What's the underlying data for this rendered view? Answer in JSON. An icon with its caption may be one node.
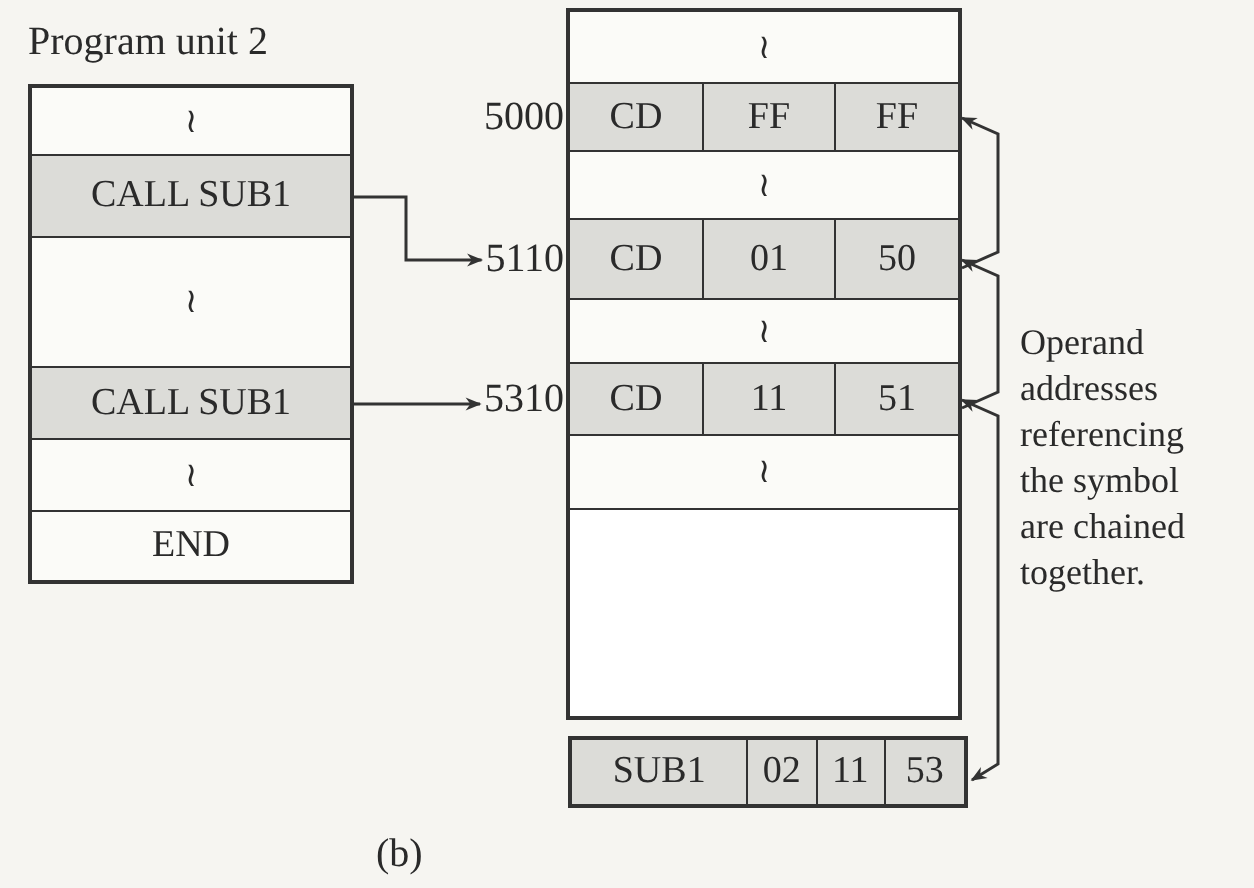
{
  "diagram": {
    "caption": "(b)",
    "nodes": [
      {
        "text": [
          "Program unit 2"
        ]
      },
      {
        "text": [
          "≀"
        ],
        "in": 0
      },
      {
        "text": [
          "CALL SUB1"
        ],
        "in": 0
      },
      {
        "text": [
          "≀"
        ],
        "in": 0
      },
      {
        "text": [
          "CALL SUB1"
        ],
        "in": 0
      },
      {
        "text": [
          "≀"
        ],
        "in": 0
      },
      {
        "text": [
          "END"
        ],
        "in": 0
      },
      {
        "text": [],
        "shape": "box"
      },
      {
        "text": [
          "≀"
        ],
        "in": 7
      },
      {
        "text": [
          "CD",
          "FF",
          "FF"
        ],
        "beside": [
          "5000"
        ],
        "in": 7
      },
      {
        "text": [
          "≀"
        ],
        "in": 7
      },
      {
        "text": [
          "CD",
          "01",
          "50"
        ],
        "beside": [
          "5110"
        ],
        "in": 7
      },
      {
        "text": [
          "≀"
        ],
        "in": 7
      },
      {
        "text": [
          "CD",
          "11",
          "51"
        ],
        "beside": [
          "5310"
        ],
        "in": 7
      },
      {
        "text": [
          "≀"
        ],
        "in": 7
      },
      {
        "text": [],
        "shape": "box",
        "in": 7
      },
      {
        "text": [
          "SUB1",
          "02",
          "11",
          "53"
        ]
      }
    ],
    "edges": [
      {
        "from": 2,
        "to": 11,
        "arrow": "to"
      },
      {
        "from": 4,
        "to": 13,
        "arrow": "to"
      },
      {
        "from": 16,
        "to": 13,
        "arrow": "both"
      },
      {
        "from": 13,
        "to": 11,
        "arrow": "to"
      },
      {
        "from": 11,
        "to": 9,
        "arrow": "to"
      }
    ],
    "labels": [
      "Operand addresses referencing the symbol are chained together."
    ]
  }
}
